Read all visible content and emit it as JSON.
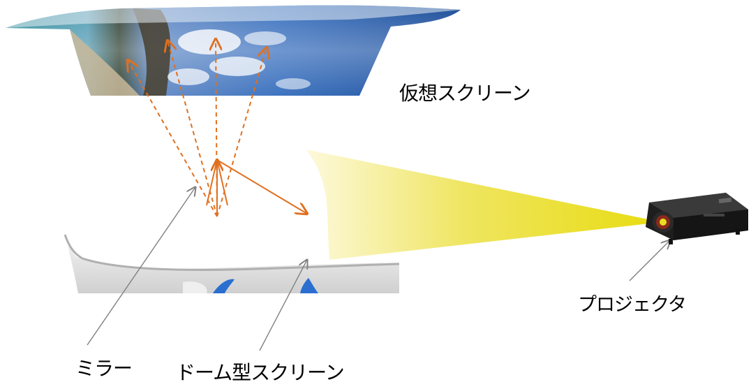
{
  "labels": {
    "virtual_screen": "仮想スクリーン",
    "projector": "プロジェクタ",
    "mirror": "ミラー",
    "dome_screen": "ドーム型スクリーン"
  },
  "colors": {
    "ray_orange": "#e07020",
    "projection_light": "#f0e020",
    "pointer_gray": "#808080",
    "sky_blue": "#2a5fa8",
    "sea_teal": "#2f8f9a",
    "dome_gray": "#d8d8d8",
    "projector_body": "#222222"
  }
}
